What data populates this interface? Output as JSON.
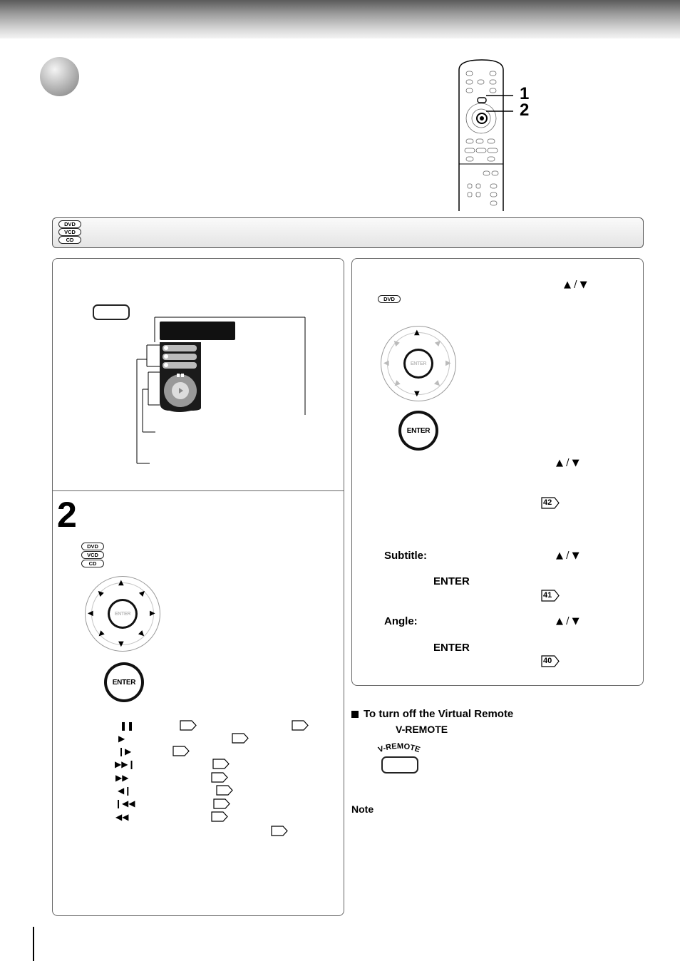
{
  "callouts": {
    "one": "1",
    "two": "2"
  },
  "disc_labels": {
    "dvd": "DVD",
    "vcd": "VCD",
    "cd": "CD"
  },
  "step2": {
    "number": "2"
  },
  "buttons": {
    "enter": "ENTER",
    "v_remote": "V-REMOTE"
  },
  "right_panel": {
    "up_down": "▲ / ▼",
    "ref_audio": "42",
    "subtitle_label": "Subtitle:",
    "subtitle_enter": "ENTER",
    "ref_subtitle": "41",
    "angle_label": "Angle:",
    "angle_enter": "ENTER",
    "ref_angle": "40"
  },
  "turn_off": {
    "heading": "To turn off the Virtual Remote",
    "button_label": "V-REMOTE"
  },
  "note": {
    "label": "Note"
  },
  "icons": [
    "pause-icon",
    "play-icon",
    "step-forward-icon",
    "skip-forward-icon",
    "fast-forward-icon",
    "step-reverse-icon",
    "skip-back-icon",
    "fast-reverse-icon",
    "up-arrow-icon",
    "down-arrow-icon",
    "remote-control-icon",
    "enter-button-icon",
    "navigation-dial-icon",
    "v-remote-button-icon"
  ]
}
